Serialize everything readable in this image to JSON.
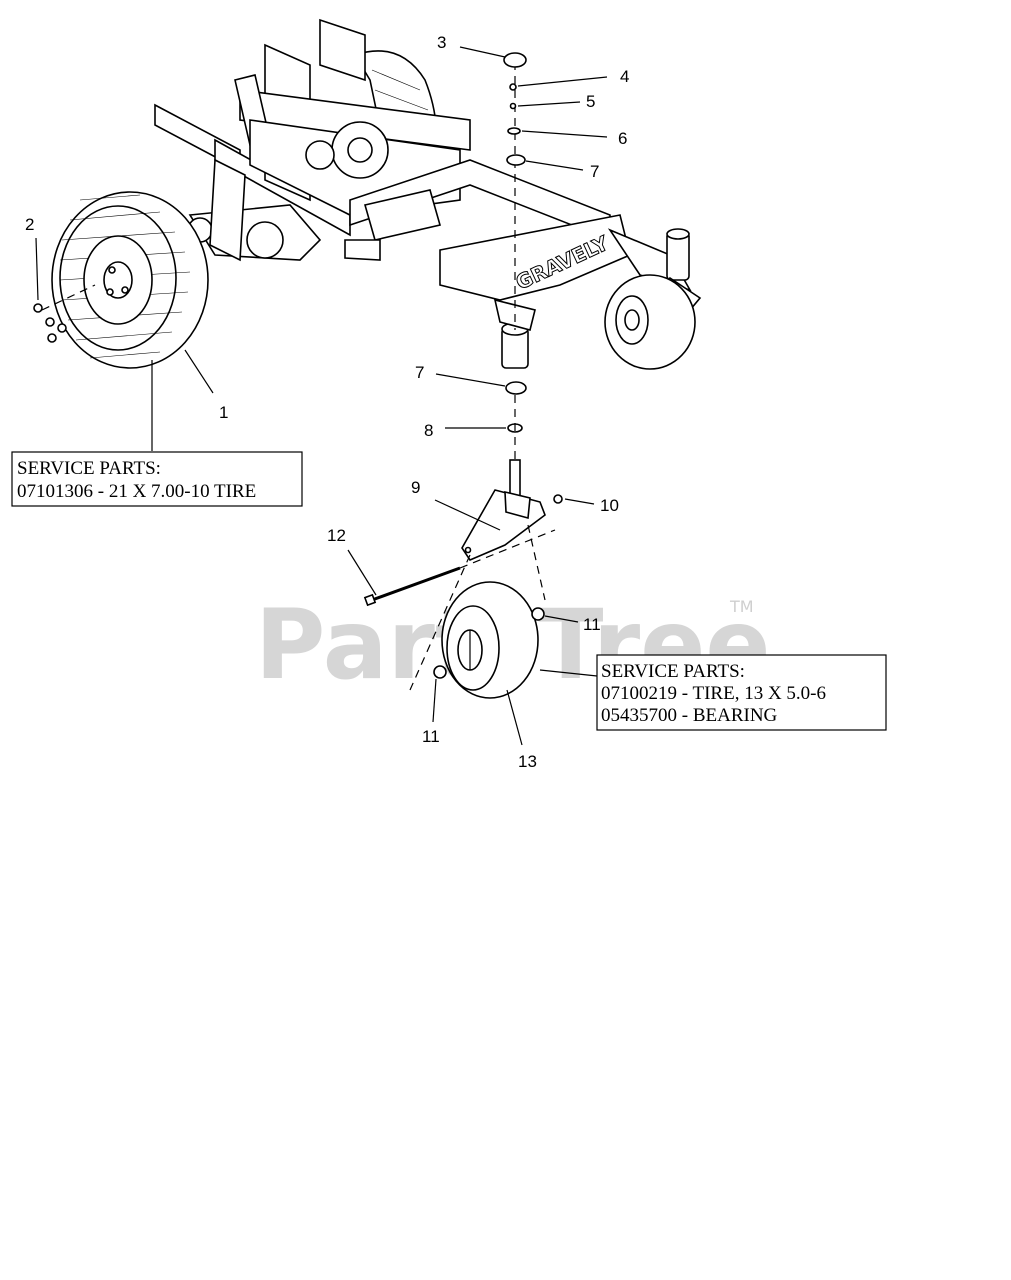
{
  "callouts": {
    "c1": "1",
    "c2": "2",
    "c3": "3",
    "c4": "4",
    "c5": "5",
    "c6": "6",
    "c7a": "7",
    "c7b": "7",
    "c8": "8",
    "c9": "9",
    "c10": "10",
    "c11a": "11",
    "c11b": "11",
    "c12": "12",
    "c13": "13"
  },
  "service_box_rear": {
    "line1": "SERVICE PARTS:",
    "line2": "07101306 - 21 X 7.00-10 TIRE"
  },
  "service_box_caster": {
    "line1": "SERVICE PARTS:",
    "line2": "07100219 - TIRE, 13 X 5.0-6",
    "line3": "05435700 - BEARING"
  },
  "frame_brand": "GRAVELY",
  "watermark": {
    "text": "PartsTree",
    "tm": "TM"
  }
}
